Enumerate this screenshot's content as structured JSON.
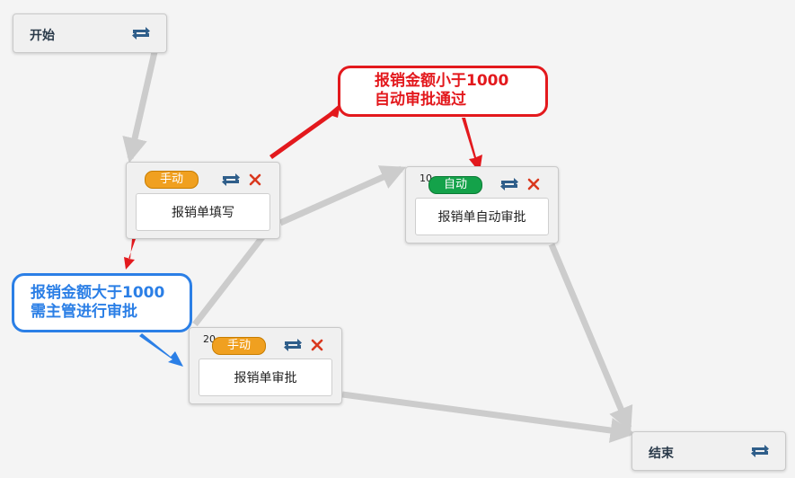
{
  "nodes": {
    "start": {
      "label": "开始"
    },
    "fill": {
      "badge": "手动",
      "title": "报销单填写"
    },
    "auto": {
      "order": "10",
      "badge": "自动",
      "title": "报销单自动审批"
    },
    "manager": {
      "order": "20",
      "badge": "手动",
      "title": "报销单审批"
    },
    "end": {
      "label": "结束"
    }
  },
  "callouts": {
    "under_1000": {
      "line1": "报销金额小于1000",
      "line2": "自动审批通过"
    },
    "over_1000": {
      "line1": "报销金额大于1000",
      "line2": "需主管进行审批"
    }
  },
  "icons": {
    "repeat": "repeat-icon",
    "close": "close-icon"
  },
  "colors": {
    "manual_badge": "#f0a020",
    "auto_badge": "#14a24a",
    "edge": "#cccccc",
    "repeat_icon": "#2f5e8a",
    "close_icon": "#d9381e",
    "callout_red": "#e3191d",
    "callout_blue": "#2b7fe6"
  }
}
